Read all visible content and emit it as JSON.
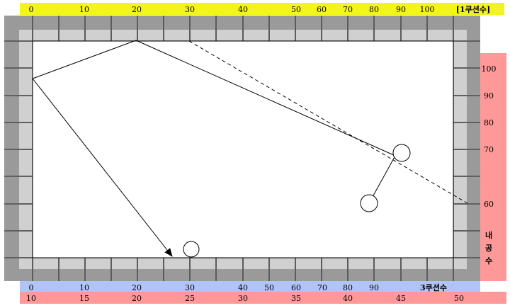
{
  "top_scale": {
    "values": [
      "0",
      "10",
      "20",
      "30",
      "40",
      "50",
      "60",
      "70",
      "80",
      "90",
      "100"
    ],
    "label": "[1쿠션수]"
  },
  "right_scale": {
    "values": [
      "100",
      "90",
      "80",
      "70",
      "60"
    ],
    "label_chars": [
      "내",
      "공",
      "수"
    ]
  },
  "bottom_scale": {
    "values": [
      "0",
      "10",
      "20",
      "30",
      "40",
      "50",
      "60",
      "70",
      "80",
      "90"
    ],
    "label": "3쿠션수"
  },
  "bottom_scale2": {
    "values": [
      "10",
      "15",
      "20",
      "25",
      "30",
      "35",
      "40",
      "45",
      "50"
    ]
  },
  "colors": {
    "top_band": "#f3f320",
    "right_band": "#ff9999",
    "bottom_band": "#b0c4f5",
    "bottom_band2": "#ff9999",
    "rail": "#9a9a9a",
    "cushion": "#d0d0d0"
  }
}
